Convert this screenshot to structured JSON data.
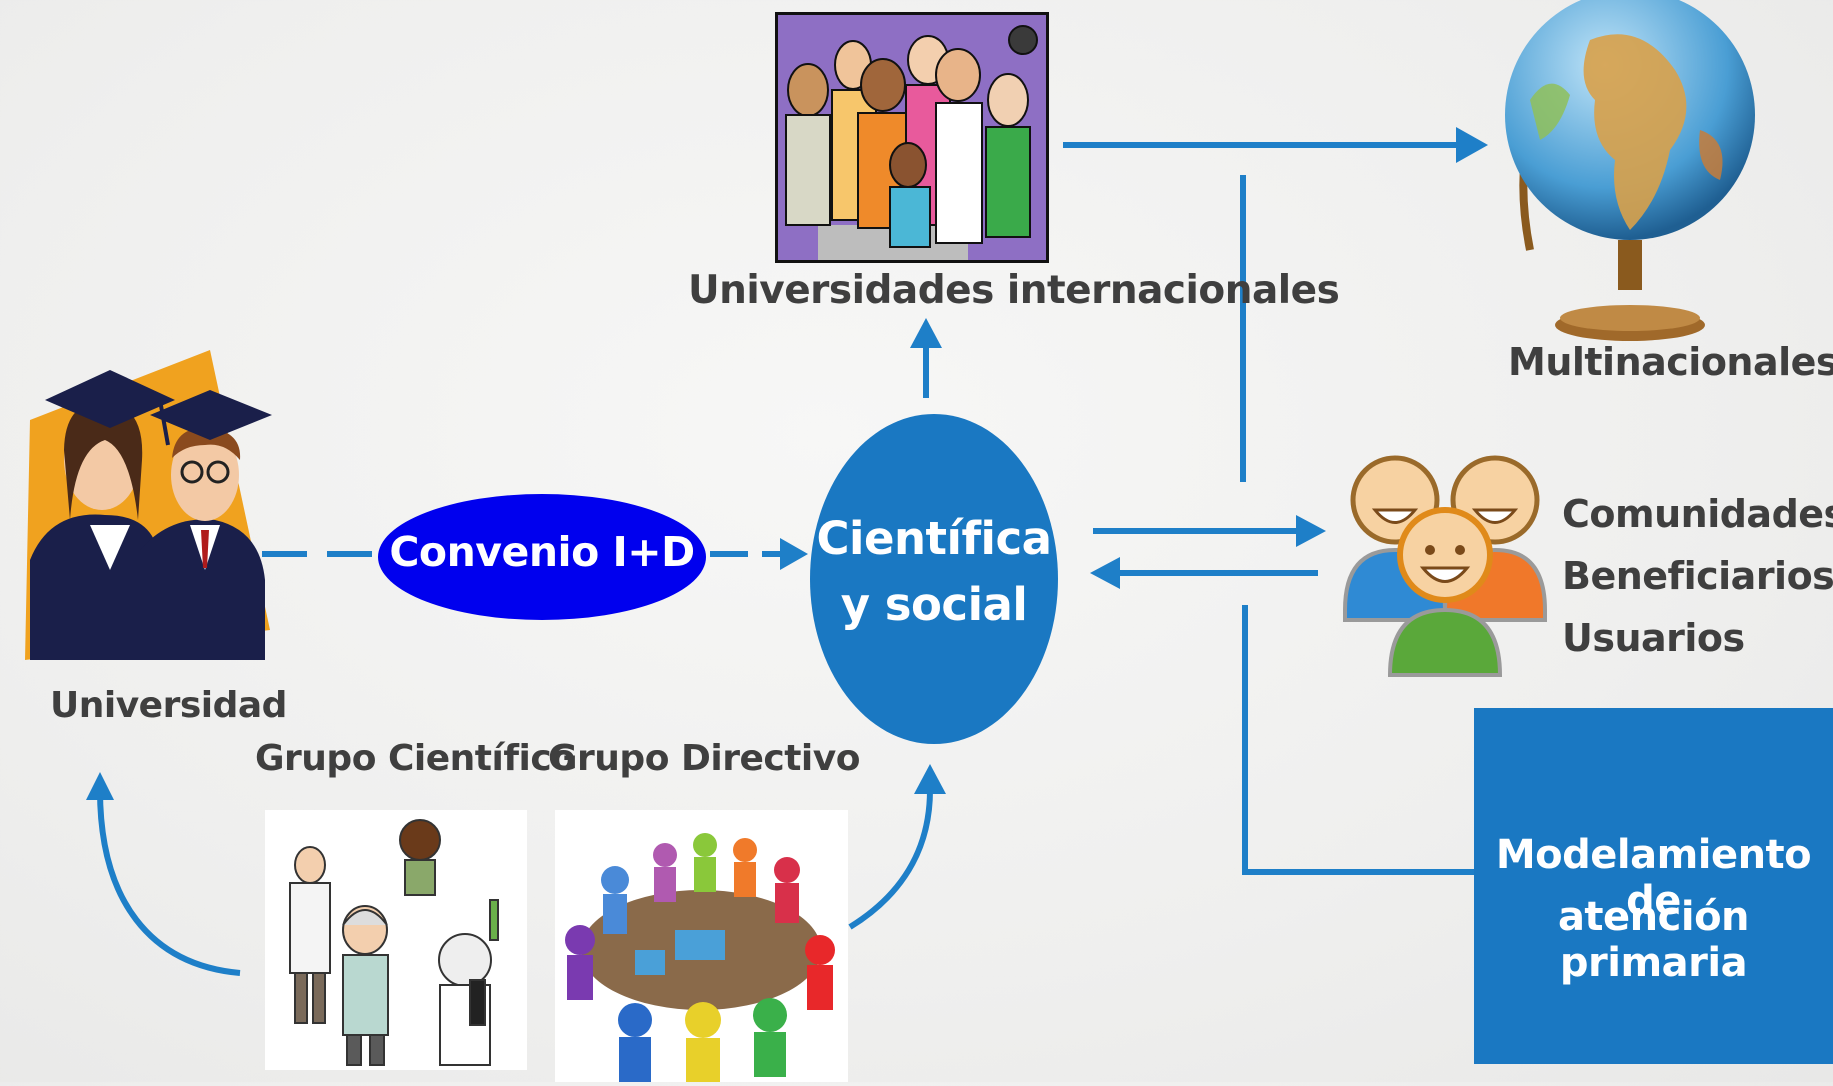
{
  "colors": {
    "arrow": "#1e7fc8",
    "node": "#1a78c2",
    "convenio": "#0000ee",
    "label": "#3f3f3f",
    "background": "#f0f0ef"
  },
  "nodes": {
    "universidad": {
      "label": "Universidad",
      "icon": "graduates-illustration"
    },
    "convenio": {
      "label": "Convenio I+D"
    },
    "central": {
      "line1": "Científica",
      "line2": "y social"
    },
    "univ_internacionales": {
      "label": "Universidades internacionales",
      "icon": "diverse-people-illustration"
    },
    "multinacionales": {
      "label": "Multinacionales",
      "icon": "globe-illustration"
    },
    "comunidades": {
      "lines": [
        "Comunidades",
        "Beneficiarios",
        "Usuarios"
      ],
      "icon": "smiling-people-icon"
    },
    "modelamiento": {
      "line1": "Modelamiento de",
      "line2": "atención primaria"
    },
    "grupo_cientifico": {
      "label": "Grupo Científico",
      "icon": "scientists-illustration"
    },
    "grupo_directivo": {
      "label": "Grupo Directivo",
      "icon": "round-table-meeting-illustration"
    }
  }
}
